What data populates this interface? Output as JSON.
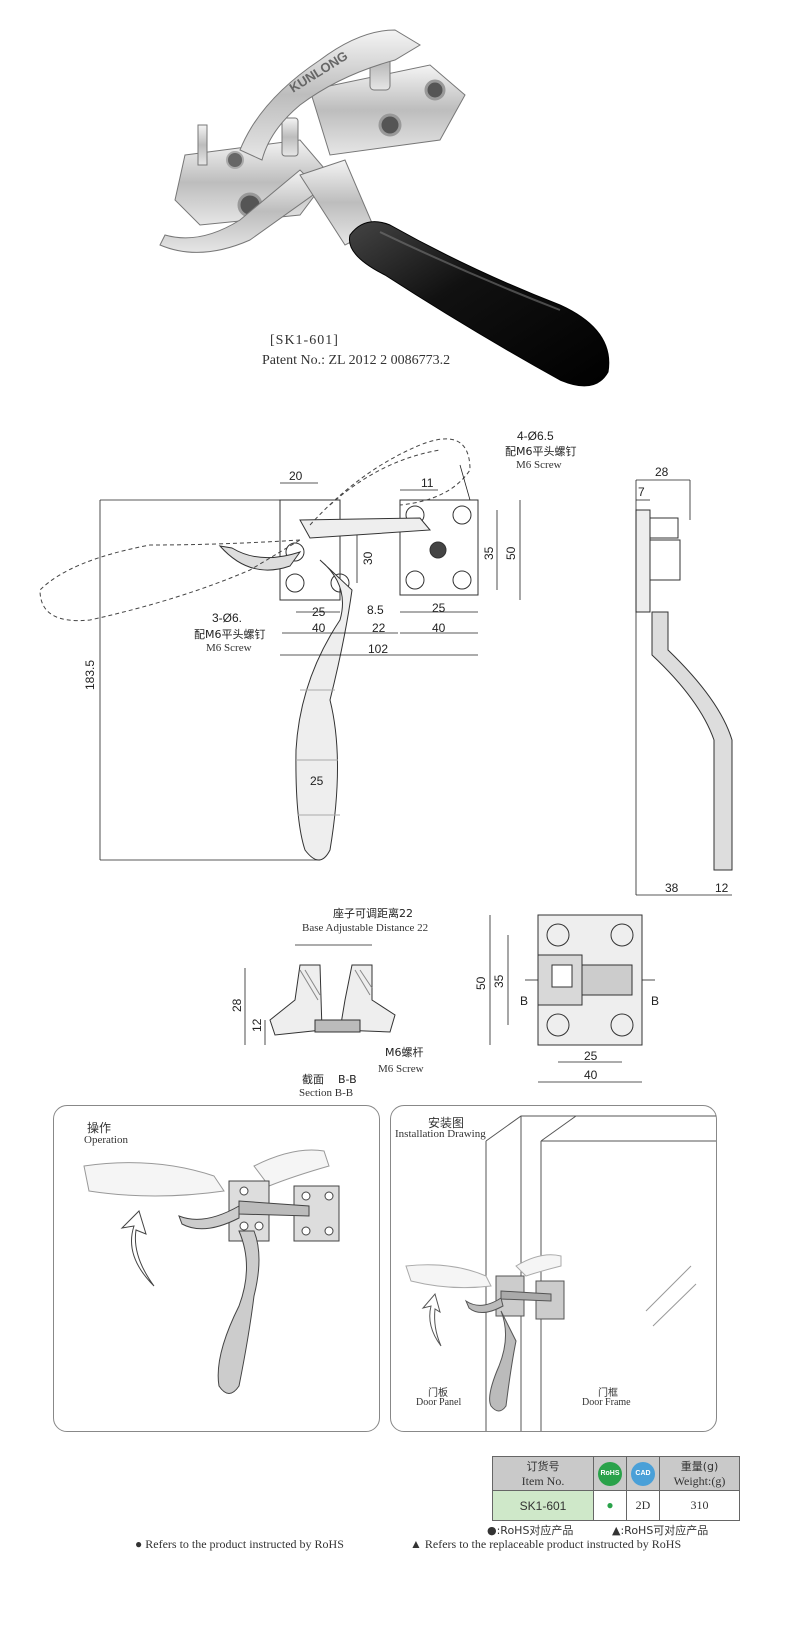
{
  "product": {
    "model_label": "[SK1-601]",
    "patent": "Patent No.:  ZL  2012 2 0086773.2",
    "brand_on_part": "KUNLONG"
  },
  "drawing_front": {
    "dims": [
      "20",
      "11",
      "4-Ø6.5",
      "配M6平头螺钉",
      "M6 Screw",
      "30",
      "35",
      "50",
      "8.5",
      "25",
      "25",
      "40",
      "22",
      "40",
      "102",
      "183.5",
      "25",
      "3-Ø6.",
      "配M6平头螺钉",
      "M6 Screw"
    ]
  },
  "drawing_side": {
    "dims": [
      "28",
      "7",
      "38",
      "12"
    ]
  },
  "drawing_section": {
    "title_cn": "座子可调距离22",
    "title_en": "Base Adjustable Distance 22",
    "dims": [
      "28",
      "12"
    ],
    "screw_cn": "M6螺杆",
    "screw_en": "M6 Screw",
    "section_cn": "截面",
    "section_mark": "B-B",
    "section_en": "Section B-B"
  },
  "drawing_base": {
    "dims": [
      "50",
      "35",
      "25",
      "40"
    ],
    "mark_left": "B",
    "mark_right": "B"
  },
  "panel_operation": {
    "title_cn": "操作",
    "title_en": "Operation"
  },
  "panel_installation": {
    "title_cn": "安装图",
    "title_en": "Installation Drawing",
    "door_panel_cn": "门板",
    "door_panel_en": "Door Panel",
    "door_frame_cn": "门框",
    "door_frame_en": "Door Frame"
  },
  "spec_table": {
    "headers": {
      "item_cn": "订货号",
      "item_en": "Item No.",
      "rohs_badge": "RoHS",
      "cad_badge": "CAD",
      "weight_cn": "重量(g)",
      "weight_en": "Weight:(g)"
    },
    "row": {
      "item_no": "SK1-601",
      "rohs": "●",
      "cad": "2D",
      "weight": "310"
    }
  },
  "legend": {
    "dot_cn": "●:RoHS对应产品",
    "tri_cn": "▲:RoHS可对应产品",
    "dot_en": "●  Refers to the product instructed by RoHS",
    "tri_en": "▲  Refers to the replaceable product instructed by RoHS"
  },
  "colors": {
    "table_header": "#c9c9c9",
    "table_item_cell": "#cfe8c9",
    "rohs_green": "#2aa24a",
    "cad_blue": "#4aa0d8",
    "handle_black": "#111111",
    "steel": "#c8c8c8"
  }
}
